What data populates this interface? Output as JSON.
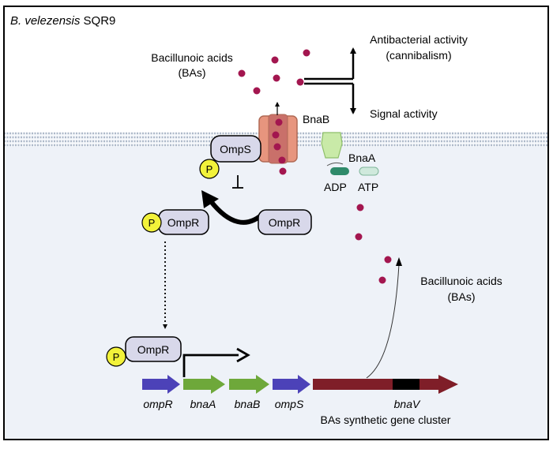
{
  "title": {
    "species": "B. velezensis",
    "strain": " SQR9"
  },
  "labels": {
    "ba_top_line1": "Bacillunoic acids",
    "ba_top_line2": "(BAs)",
    "antibacterial_line1": "Antibacterial activity",
    "antibacterial_line2": "(cannibalism)",
    "signal": "Signal activity",
    "bnaB_protein": "BnaB",
    "bnaA_protein": "BnaA",
    "adp": "ADP",
    "atp": "ATP",
    "ba_right_line1": "Bacillunoic acids",
    "ba_right_line2": "(BAs)",
    "cluster": "BAs synthetic gene cluster"
  },
  "proteins": {
    "omps": "OmpS",
    "ompr_phospho": "OmpR",
    "ompr_free": "OmpR",
    "ompr_dna": "OmpR",
    "phosphate": "P"
  },
  "genes": {
    "ompR": "ompR",
    "bnaA": "bnaA",
    "bnaB": "bnaB",
    "ompS": "ompS",
    "bnaV": "bnaV"
  },
  "colors": {
    "frame": "#000000",
    "cytoplasm": "#eef2f8",
    "membrane": "#aeb9c9",
    "molecule": "#a3164f",
    "omp_box": "#d8d8ea",
    "phosphate": "#f2f23a",
    "gene_ompR": "#4c42b8",
    "gene_bna": "#6ea83a",
    "gene_ompS": "#4c42b8",
    "cluster": "#7f1e28",
    "cluster_mark": "#000000",
    "bnab": "#e7957e",
    "bnaa": "#c9eaa8",
    "adp_pill": "#2f8a6a",
    "atp_pill": "#cfe9dc"
  }
}
